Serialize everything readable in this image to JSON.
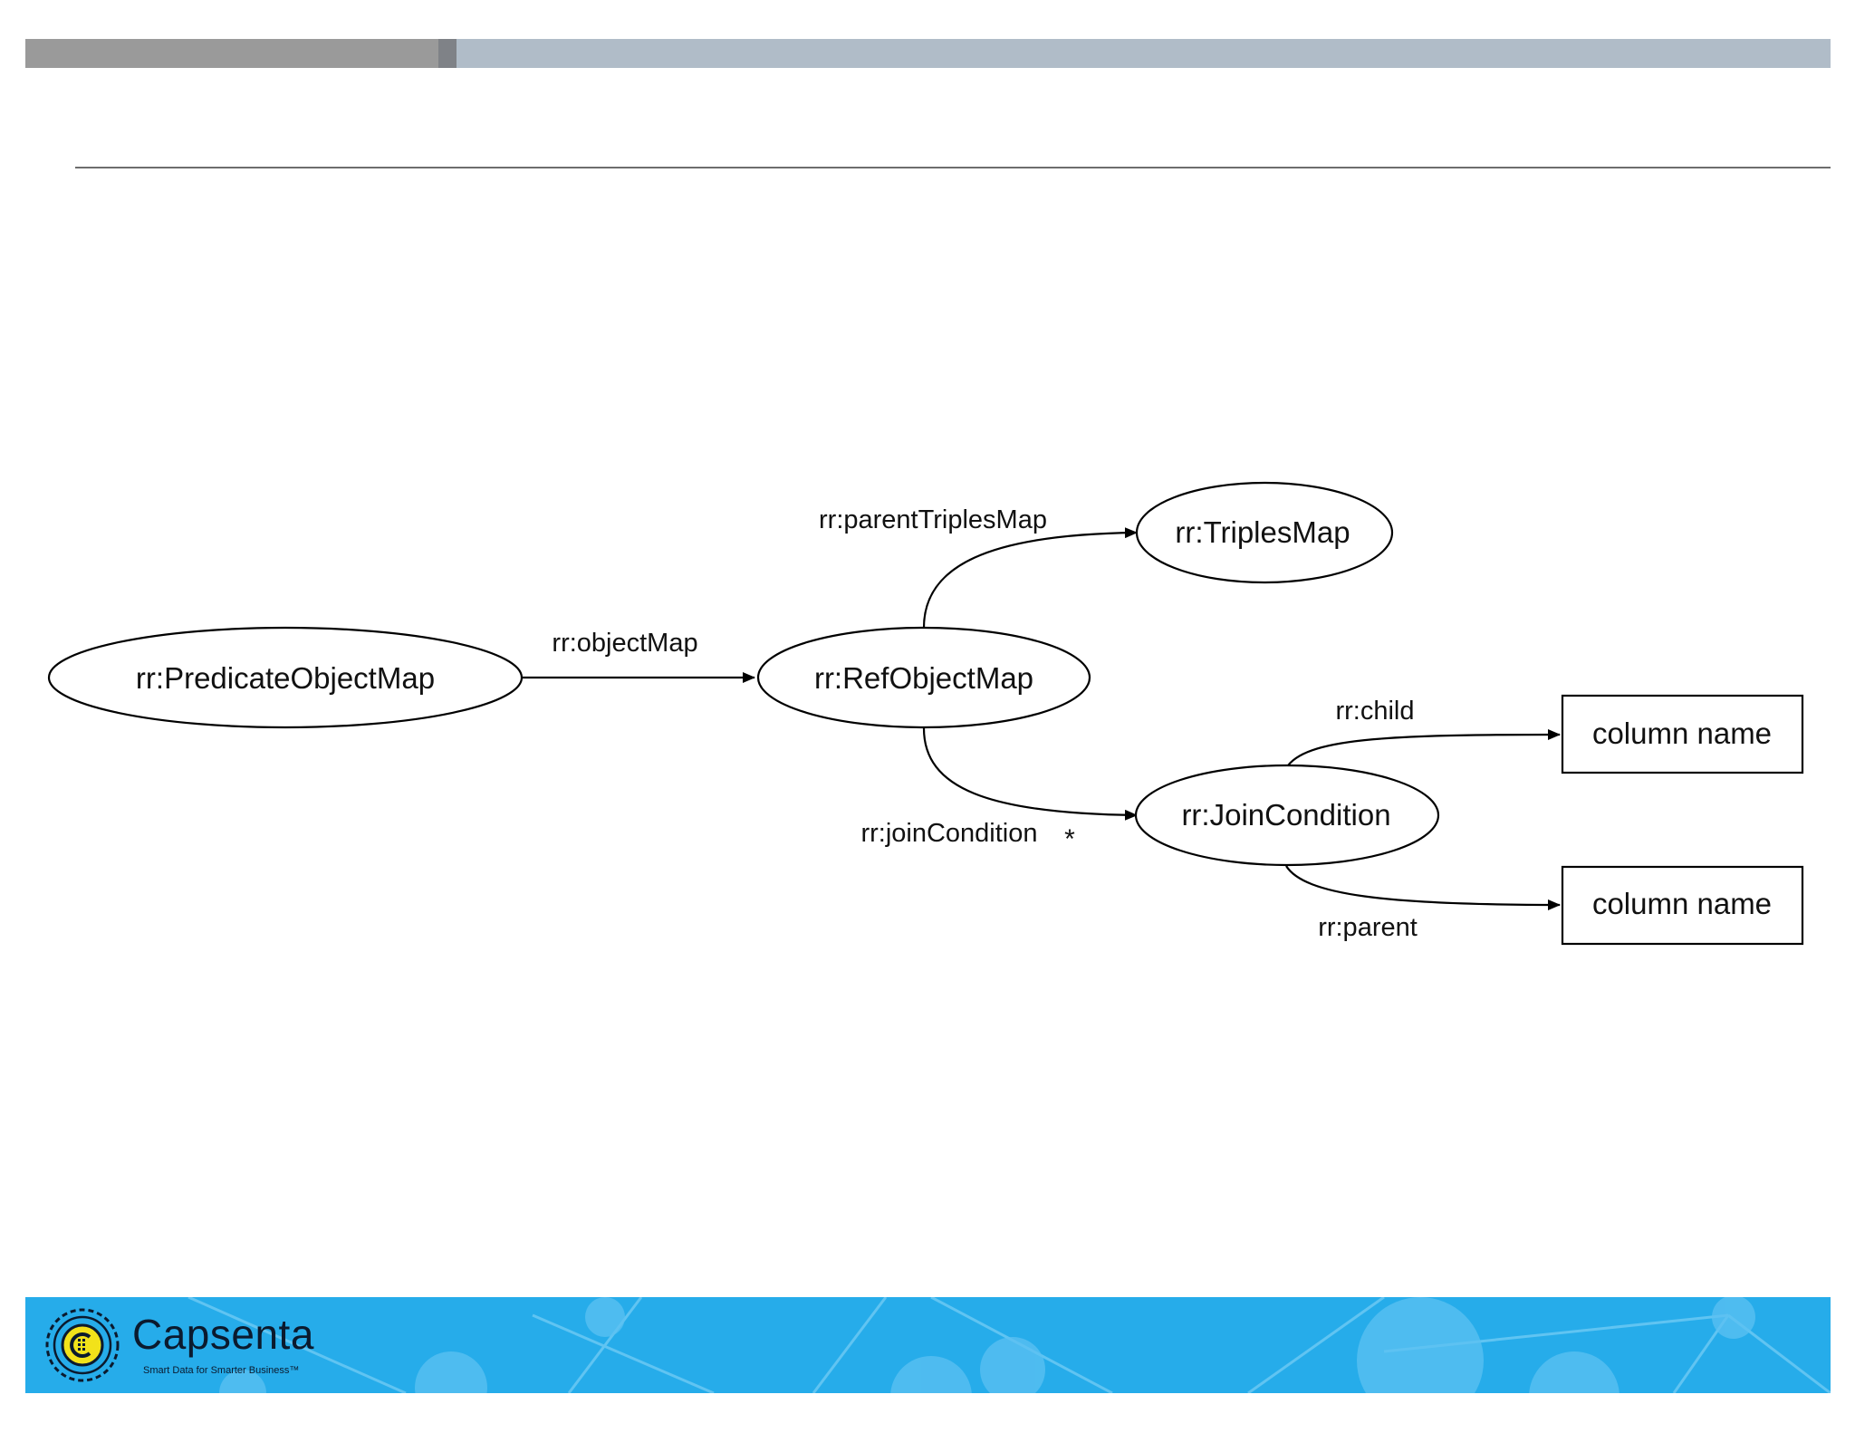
{
  "diagram": {
    "nodes": {
      "predicate_object_map": "rr:PredicateObjectMap",
      "ref_object_map": "rr:RefObjectMap",
      "triples_map": "rr:TriplesMap",
      "join_condition": "rr:JoinCondition",
      "child_column": "column name",
      "parent_column": "column name"
    },
    "edges": {
      "object_map": "rr:objectMap",
      "parent_triples_map": "rr:parentTriplesMap",
      "join_condition": "rr:joinCondition",
      "join_multiplicity": "*",
      "child": "rr:child",
      "parent": "rr:parent"
    }
  },
  "footer": {
    "brand_name": "Capsenta",
    "tagline": "Smart Data for Smarter Business™"
  },
  "colors": {
    "footer_bg": "#26acea",
    "top_bar_dark": "#9a9a9a",
    "top_bar_light": "#b0bcc8"
  }
}
